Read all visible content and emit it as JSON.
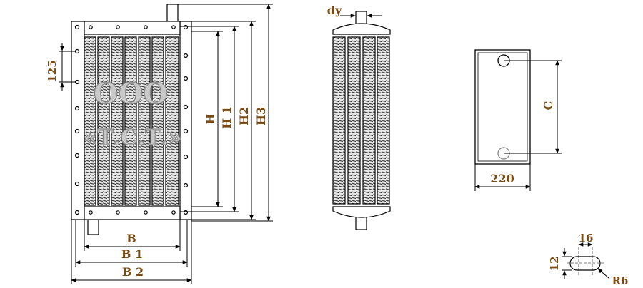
{
  "front_view": {
    "label_pitch": "125",
    "label_h": "H",
    "label_h1": "H 1",
    "label_h2": "H2",
    "label_h3": "H3",
    "label_b": "B",
    "label_b1": "B 1",
    "label_b2": "B 2",
    "watermark_line1": "ООО",
    "watermark_line2": "«Т.С.Т.»"
  },
  "side_view": {
    "label_dy": "dy"
  },
  "top_view": {
    "label_c": "C",
    "label_width": "220"
  },
  "slot_detail": {
    "label_length": "16",
    "label_height": "12",
    "label_radius": "R6"
  },
  "colors": {
    "line": "#000000",
    "dimension_text": "#7a4a12",
    "fin": "#555555",
    "watermark": "#c9c9c9"
  }
}
